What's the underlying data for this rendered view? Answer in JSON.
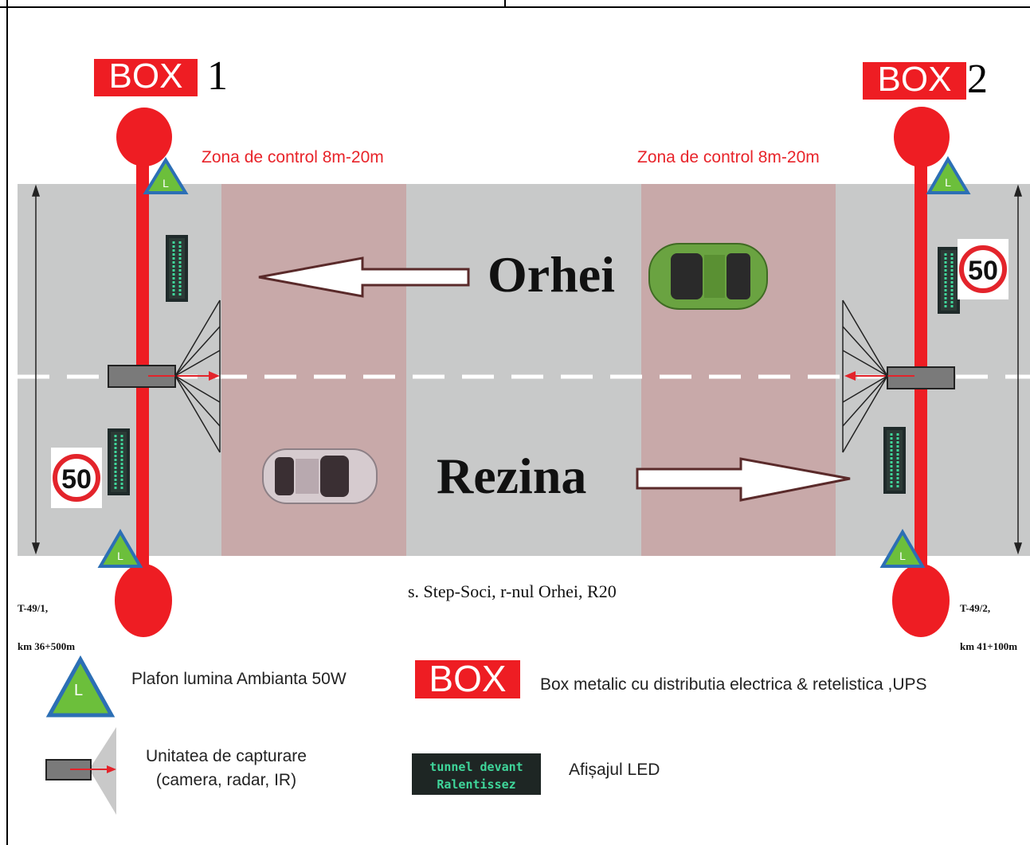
{
  "boxes": [
    {
      "label": "BOX",
      "number": "1"
    },
    {
      "label": "BOX",
      "number": "2"
    }
  ],
  "zones": [
    {
      "text": "Zona de control 8m-20m"
    },
    {
      "text": "Zona de control 8m-20m"
    }
  ],
  "directions": {
    "top": "Orhei",
    "bottom": "Rezina"
  },
  "location": "s. Step-Soci, r-nul Orhei, R20",
  "km_left": {
    "line1": "T-49/1,",
    "line2": "km 36+500m"
  },
  "km_right": {
    "line1": "T-49/2,",
    "line2": "km 41+100m"
  },
  "speed_limit": "50",
  "led_display": {
    "line1": "tunnel devant",
    "line2": "Ralentissez"
  },
  "legend": {
    "light": {
      "icon_letter": "L",
      "text": "Plafon lumina Ambianta 50W"
    },
    "box": {
      "badge": "BOX",
      "text": "Box metalic  cu distributia electrica & retelistica ,UPS"
    },
    "capture": {
      "line1": "Unitatea de capturare",
      "line2": "(camera, radar, IR)"
    },
    "led": {
      "text": "Afișajul LED"
    }
  },
  "colors": {
    "road": "#c8c9c9",
    "zone": "#c8a9a9",
    "pole_red": "#ee1d23",
    "triangle_green": "#6cbf3b",
    "triangle_blue": "#2c6fb5",
    "led_green": "#3fd69a",
    "car_top": "#6aa341",
    "car_bottom": "#c9b9be"
  }
}
